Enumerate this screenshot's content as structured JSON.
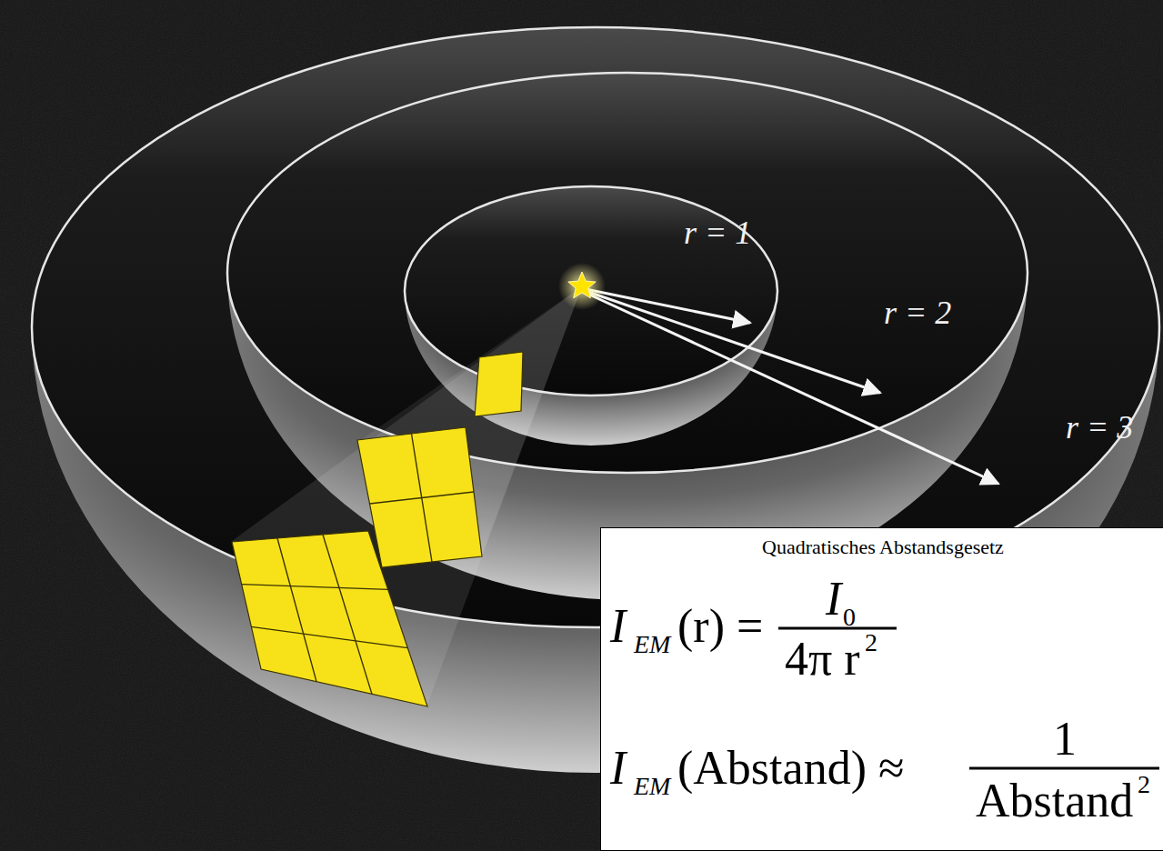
{
  "diagram": {
    "nodes": [
      {
        "text": [
          "Quadratisches Abstandsgesetz",
          "I",
          "EM",
          "(r) =",
          "I",
          "0",
          "4π r",
          "2",
          "I",
          "EM",
          "(Abstand) ≈",
          "1",
          "Abstand",
          "2"
        ]
      }
    ],
    "labels": [
      "r = 1",
      "r = 2",
      "r = 3"
    ]
  }
}
